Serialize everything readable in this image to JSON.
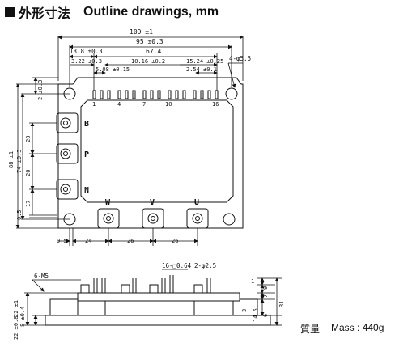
{
  "header": {
    "title_jp": "外形寸法",
    "title_en": "Outline drawings, mm"
  },
  "top_view": {
    "dims": {
      "overall_width": "109 ±1",
      "inner_width": "95 ±0.3",
      "left_offset": "13.8 ±0.3",
      "span": "67.4",
      "pitch_small": "3.22 ±0.3",
      "pin_pitch_a": "5.08 ±0.15",
      "pin_pitch_b": "10.16 ±0.2",
      "pin_pitch_c": "15.24 ±0.25",
      "pin_pitch_d": "2.54 ±0.1",
      "holes": "4-φ5.5",
      "left_top": "2 ±0.3",
      "height_total": "88 ±1",
      "height_inner": "74 ±0.3",
      "b_p_pitch": "20",
      "p_n_pitch": "20",
      "n_bottom": "17",
      "bottom_small": "0.5",
      "bottom_left": "0.5",
      "bottom_pitch_1": "24",
      "bottom_pitch_2": "26",
      "bottom_pitch_3": "26"
    },
    "pin_numbers": [
      "1",
      "4",
      "7",
      "10",
      "16"
    ],
    "terminals": {
      "b": "B",
      "p": "P",
      "n": "N",
      "w": "W",
      "v": "V",
      "u": "U"
    }
  },
  "side_view": {
    "dims": {
      "screws": "6-M5",
      "pin_spec": "16-□0.64",
      "hole_spec": "2-φ2.5",
      "left_height_1": "22 ±1",
      "left_height_2": "8 ±0.4",
      "left_height_3": "22 ±0.8",
      "r_1": "1",
      "r_2": "9",
      "r_3": "7",
      "r_4": "3",
      "r_5": "14.5",
      "r_6": "6",
      "r_7": "31"
    }
  },
  "mass": {
    "label_jp": "質量",
    "label_en": "Mass : 440g"
  }
}
